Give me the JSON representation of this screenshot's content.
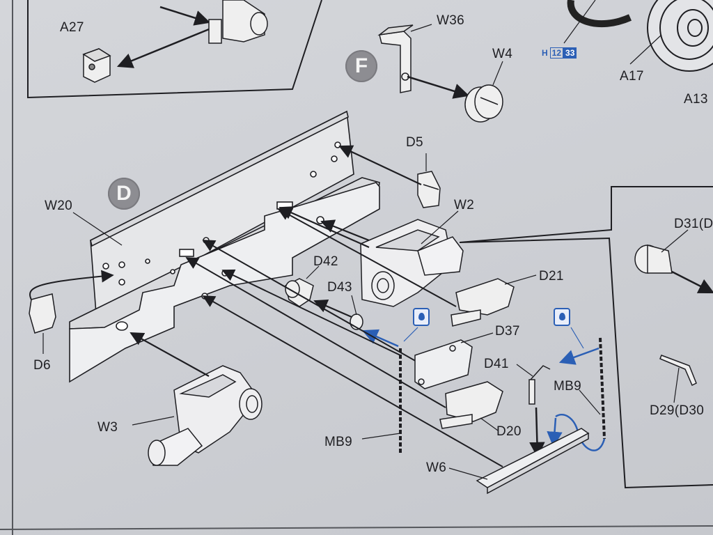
{
  "steps": {
    "d": "D",
    "f": "F"
  },
  "paint_ref": {
    "prefix": "H",
    "code1": "12",
    "code2": "33"
  },
  "labels": {
    "a27": "A27",
    "w36": "W36",
    "w4": "W4",
    "a17": "A17",
    "a13": "A13",
    "d5": "D5",
    "w20": "W20",
    "w2": "W2",
    "d42": "D42",
    "d43": "D43",
    "d21": "D21",
    "d31": "D31(D",
    "d6": "D6",
    "d37": "D37",
    "d41": "D41",
    "mb9_right": "MB9",
    "w3": "W3",
    "d20": "D20",
    "mb9_left": "MB9",
    "w6": "W6",
    "d29": "D29(D30"
  },
  "icons": [
    "cement-icon",
    "cement-icon"
  ],
  "colors": {
    "ink": "#1e1e22",
    "cement_blue": "#2b5fb5",
    "badge": "#8d8d92",
    "paper": "#d0d2d6"
  }
}
